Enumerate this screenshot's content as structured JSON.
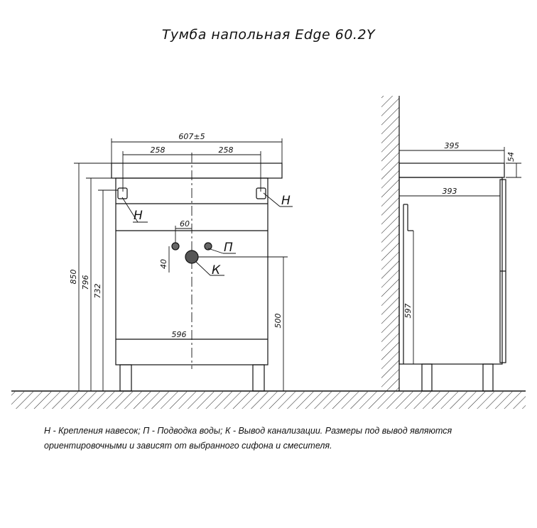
{
  "title": "Тумба напольная Edge 60.2Y",
  "caption": {
    "line1": "Н - Крепления навесок; П - Подводка воды; К - Вывод канализации. Размеры под вывод являются",
    "line2": "ориентировочными и зависят от выбранного сифона и смесителя."
  },
  "front_view": {
    "width_total": "607±5",
    "half_left": "258",
    "half_right": "258",
    "height_total": "850",
    "height_2": "796",
    "height_3": "732",
    "inner_width": "596",
    "water_spacing": "60",
    "water_offset": "40",
    "drain_height": "500",
    "label_hanger": "Н",
    "label_water": "П",
    "label_drain": "К"
  },
  "side_view": {
    "depth_top": "395",
    "top_thickness": "54",
    "depth_body": "393",
    "door_height": "597"
  }
}
